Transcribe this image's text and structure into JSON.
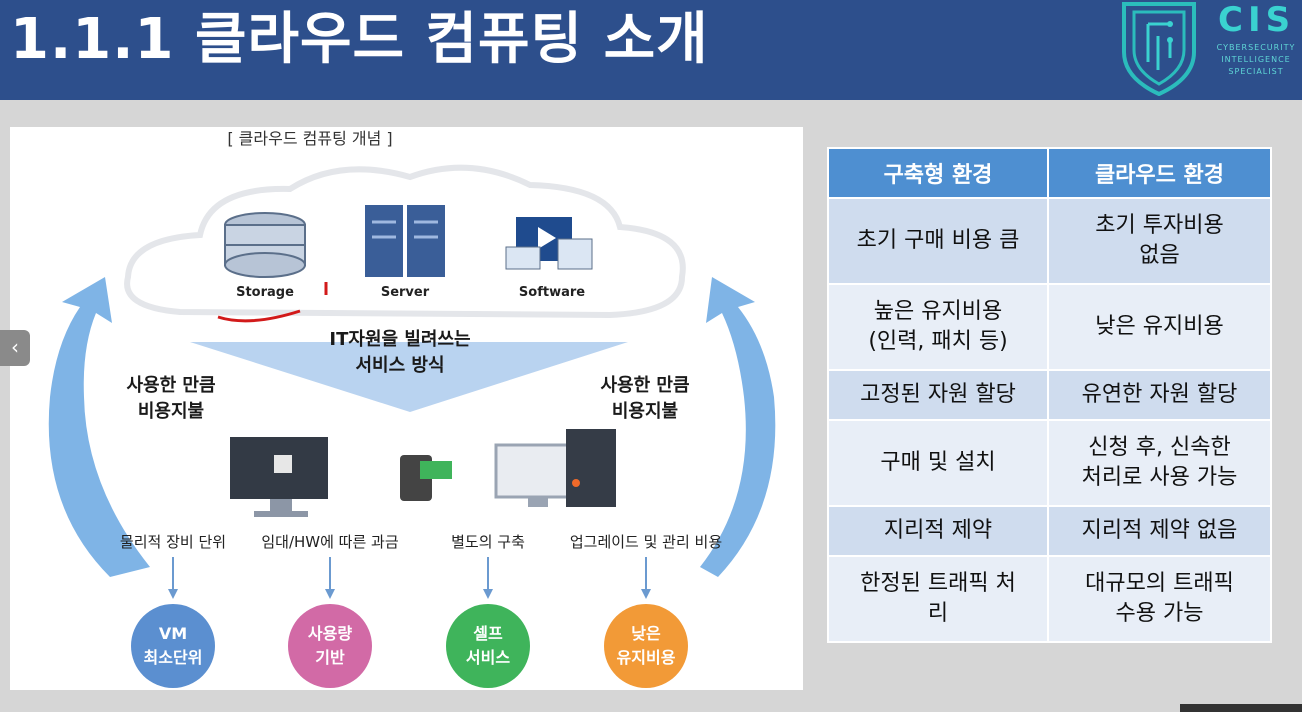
{
  "slide": {
    "title": "1.1.1 클라우드 컴퓨팅 소개",
    "logo": {
      "name": "CIS",
      "sub": "CYBERSECURITY INTELLIGENCE SPECIALIST",
      "icon": "cis-shield-icon"
    }
  },
  "figure": {
    "caption": "[ 클라우드 컴퓨팅 개념 ]",
    "resources": [
      "Storage",
      "Server",
      "Software"
    ],
    "center_label": [
      "IT자원을 빌려쓰는",
      "서비스 방식"
    ],
    "left_label": [
      "사용한 만큼",
      "비용지불"
    ],
    "right_label": [
      "사용한 만큼",
      "비용지불"
    ],
    "features": [
      "물리적 장비 단위",
      "임대/HW에 따른 과금",
      "별도의 구축",
      "업그레이드 및 관리 비용"
    ],
    "benefits": [
      {
        "lines": [
          "VM",
          "최소단위"
        ],
        "color": "#5b8fd0"
      },
      {
        "lines": [
          "사용량",
          "기반"
        ],
        "color": "#d26aa6"
      },
      {
        "lines": [
          "셀프",
          "서비스"
        ],
        "color": "#3fb45b"
      },
      {
        "lines": [
          "낮은",
          "유지비용"
        ],
        "color": "#f29a37"
      }
    ]
  },
  "nav": {
    "prev_icon": "chevron-left-icon",
    "prev_glyph": "‹"
  },
  "table": {
    "headers": [
      "구축형 환경",
      "클라우드 환경"
    ],
    "rows": [
      [
        "초기 구매 비용 큼",
        "초기 투자비용\n없음"
      ],
      [
        "높은 유지비용\n(인력, 패치 등)",
        "낮은 유지비용"
      ],
      [
        "고정된 자원 할당",
        "유연한 자원 할당"
      ],
      [
        "구매 및 설치",
        "신청 후, 신속한\n처리로 사용 가능"
      ],
      [
        "지리적 제약",
        "지리적 제약 없음"
      ],
      [
        "한정된 트래픽 처\n리",
        "대규모의 트래픽\n수용 가능"
      ]
    ]
  },
  "colors": {
    "header_bg": "#2d4f8c",
    "table_header": "#4e8fd1",
    "logo": "#3ad2d0"
  }
}
